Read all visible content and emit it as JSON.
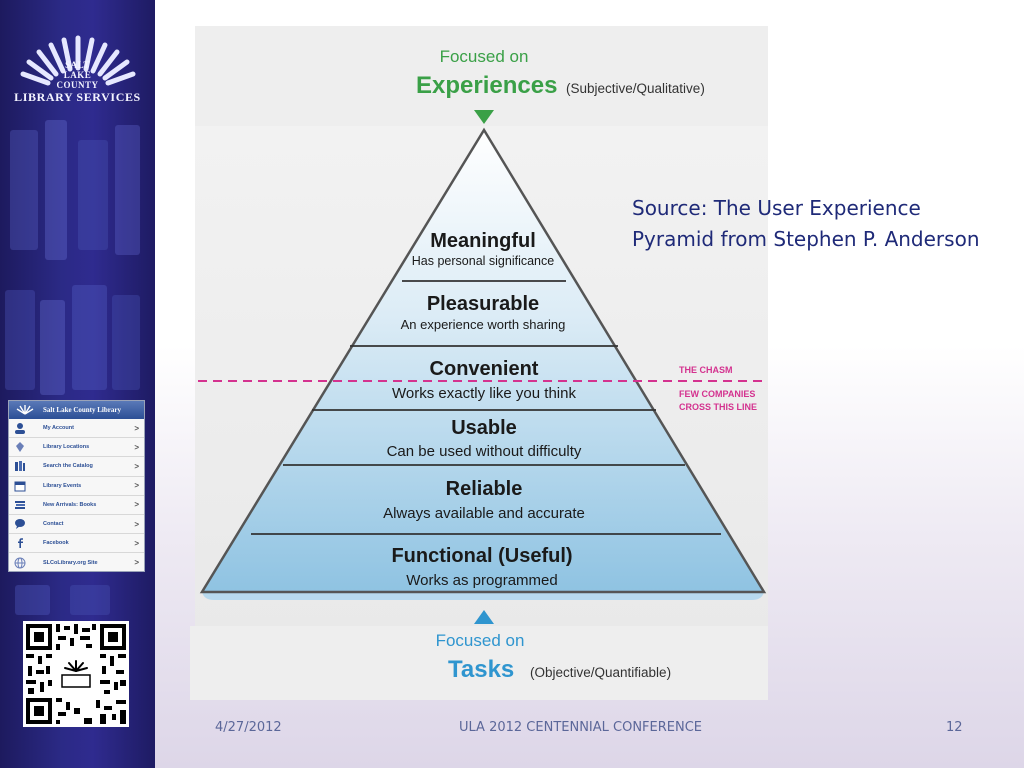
{
  "sidebar": {
    "logo": {
      "line1": "SALT",
      "line2": "LAKE",
      "line3": "COUNTY",
      "line4": "LIBRARY SERVICES"
    },
    "phone_menu": {
      "title": "Salt Lake County Library",
      "items": [
        {
          "label": "My Account",
          "icon": "person-icon"
        },
        {
          "label": "Library Locations",
          "icon": "map-pin-icon"
        },
        {
          "label": "Search the Catalog",
          "icon": "books-icon"
        },
        {
          "label": "Library Events",
          "icon": "calendar-icon"
        },
        {
          "label": "New Arrivals: Books",
          "icon": "book-stack-icon"
        },
        {
          "label": "Contact",
          "icon": "speech-bubble-icon"
        },
        {
          "label": "Facebook",
          "icon": "facebook-icon"
        },
        {
          "label": "SLCoLibrary.org Site",
          "icon": "globe-icon"
        }
      ],
      "chevron": ">"
    }
  },
  "pyramid": {
    "top": {
      "focused_on": "Focused on",
      "title": "Experiences",
      "note": "(Subjective/Qualitative)"
    },
    "bottom": {
      "focused_on": "Focused on",
      "title": "Tasks",
      "note": "(Objective/Quantifiable)"
    },
    "levels": [
      {
        "name": "Meaningful",
        "desc": "Has personal significance"
      },
      {
        "name": "Pleasurable",
        "desc": "An experience worth sharing"
      },
      {
        "name": "Convenient",
        "desc": "Works exactly like you think"
      },
      {
        "name": "Usable",
        "desc": "Can be used without difficulty"
      },
      {
        "name": "Reliable",
        "desc": "Always available and accurate"
      },
      {
        "name": "Functional (Useful)",
        "desc": "Works as programmed"
      }
    ],
    "chasm_label": "THE CHASM",
    "chasm_note_1": "FEW COMPANIES",
    "chasm_note_2": "CROSS THIS LINE",
    "colors": {
      "green": "#3aa047",
      "blue": "#2f95cf",
      "chasm": "#d4328f",
      "text": "#1a1a1a"
    }
  },
  "source": {
    "line1": "Source: The User Experience",
    "line2": "Pyramid from Stephen P. Anderson"
  },
  "footer": {
    "date": "4/27/2012",
    "conference": "ULA 2012 CENTENNIAL CONFERENCE",
    "page": "12"
  }
}
